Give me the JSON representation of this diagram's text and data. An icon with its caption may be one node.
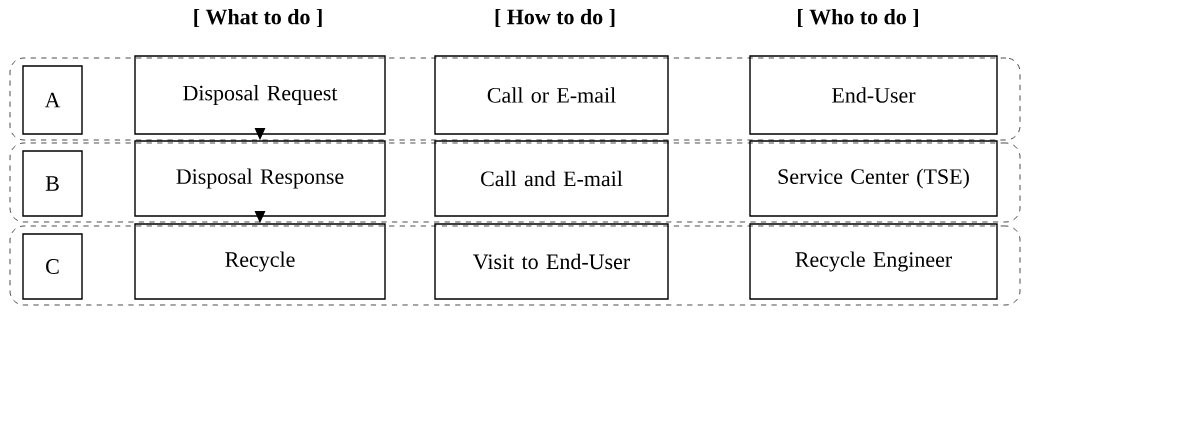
{
  "diagram": {
    "nodes": [
      {
        "text": [],
        "shape": "box"
      },
      {
        "text": [
          "A"
        ],
        "in": 0
      },
      {
        "text": [
          "Disposal Request"
        ],
        "in": 0
      },
      {
        "text": [
          "Call or E-mail"
        ],
        "in": 0
      },
      {
        "text": [
          "End-User"
        ],
        "in": 0
      },
      {
        "text": [],
        "shape": "box"
      },
      {
        "text": [
          "B"
        ],
        "in": 5
      },
      {
        "text": [
          "Disposal Response"
        ],
        "in": 5
      },
      {
        "text": [
          "Call and E-mail"
        ],
        "in": 5
      },
      {
        "text": [
          "Service Center (TSE)"
        ],
        "in": 5
      },
      {
        "text": [],
        "shape": "box"
      },
      {
        "text": [
          "C"
        ],
        "in": 10
      },
      {
        "text": [
          "Recycle"
        ],
        "in": 10
      },
      {
        "text": [
          "Visit to End-User"
        ],
        "in": 10
      },
      {
        "text": [
          "Recycle Engineer"
        ],
        "in": 10
      }
    ],
    "edges": [
      {
        "from": 2,
        "to": 7,
        "arrow": "to"
      },
      {
        "from": 7,
        "to": 12,
        "arrow": "to"
      }
    ],
    "labels": [
      "[ What to do ]",
      "[ How to do ]",
      "[ Who to do ]"
    ]
  }
}
